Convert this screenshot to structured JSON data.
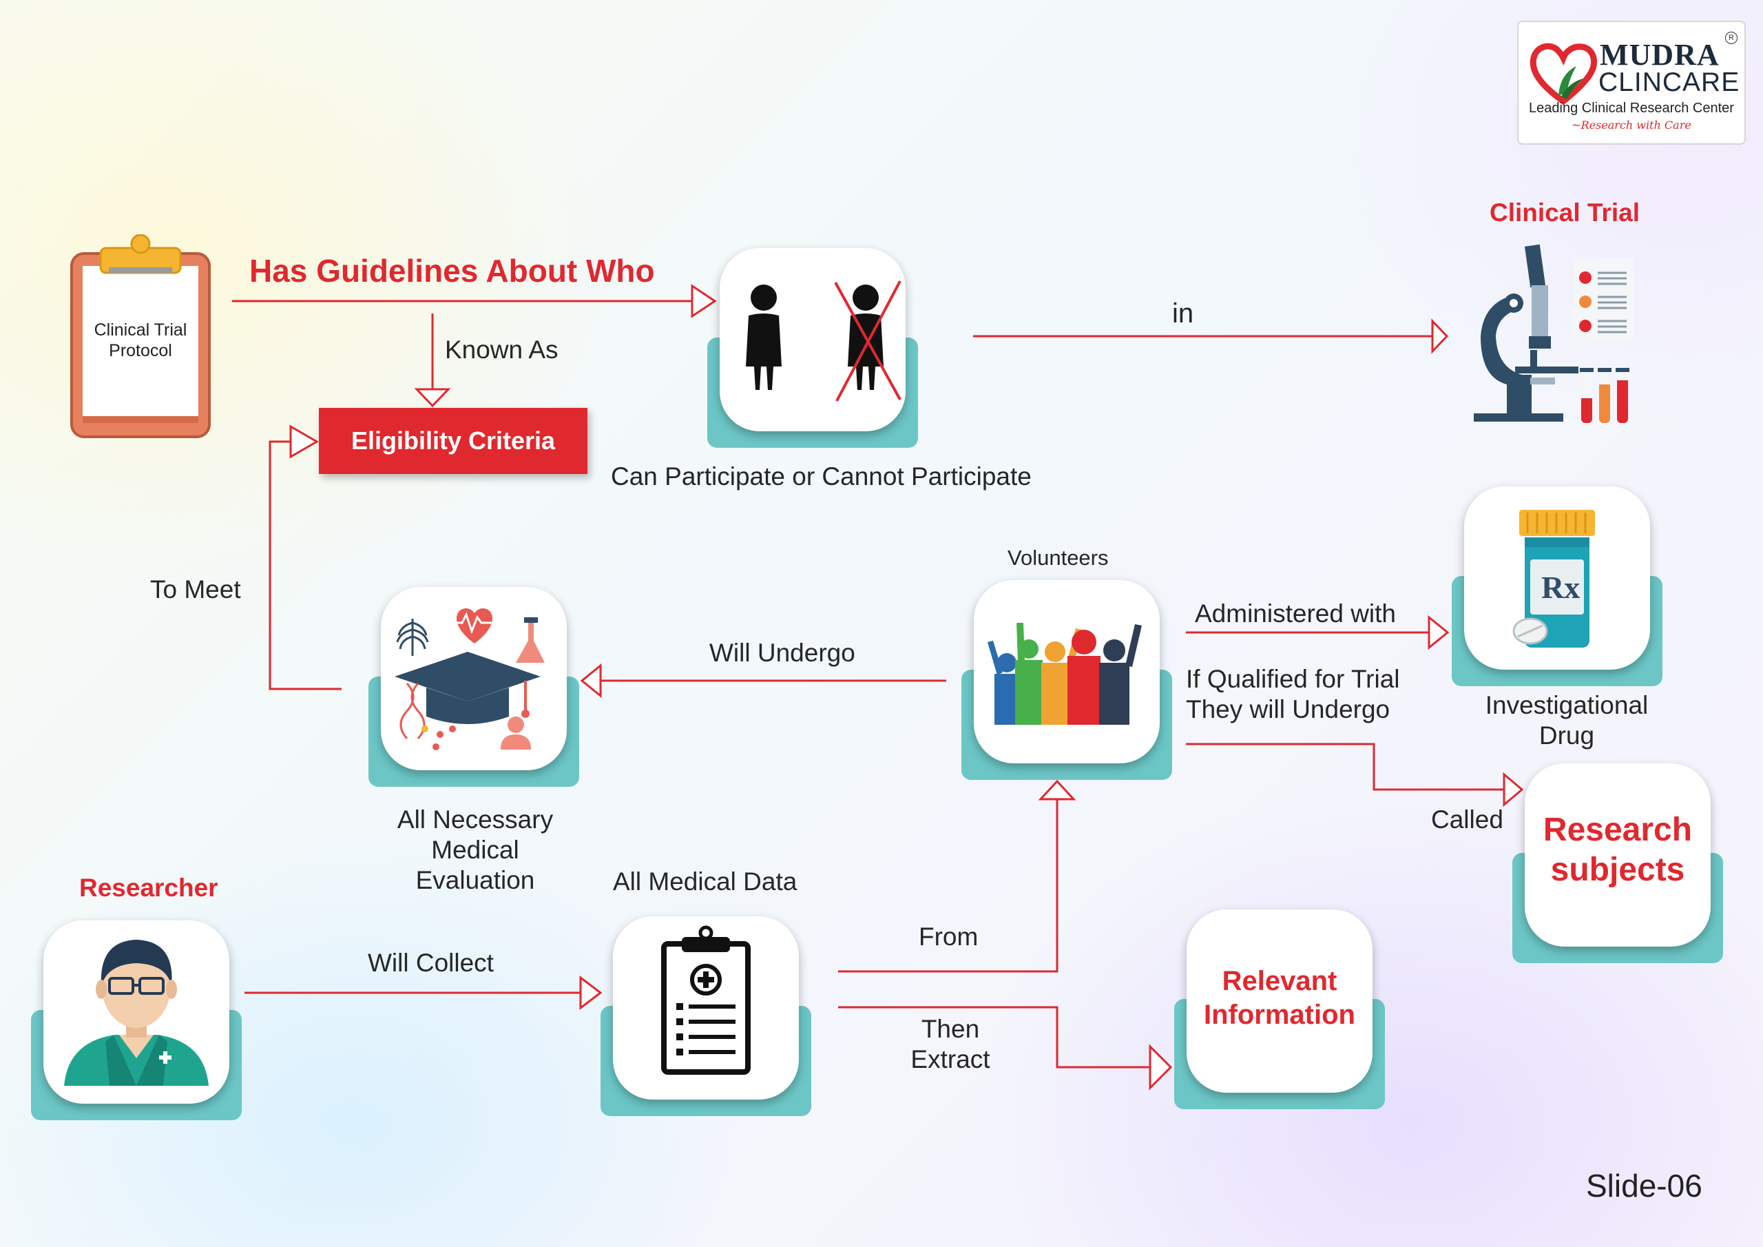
{
  "logo": {
    "brand_line1": "MUDRA",
    "brand_line2": "CLINCARE",
    "tagline": "Leading Clinical Research Center",
    "slogan": "~Research with Care",
    "registered_mark": "R"
  },
  "nodes": {
    "protocol": "Clinical Trial Protocol",
    "eligibility": "Eligibility Criteria",
    "clinical_trial": "Clinical Trial",
    "participation": "Can Participate or Cannot Participate",
    "volunteers": "Volunteers",
    "drug": "Investigational Drug",
    "research_subjects": "Research subjects",
    "evaluation": "All Necessary Medical Evaluation",
    "researcher": "Researcher",
    "medical_data": "All Medical Data",
    "relevant_info": "Relevant Information"
  },
  "edges": {
    "has_guidelines": "Has Guidelines About Who",
    "known_as": "Known As",
    "in": "in",
    "to_meet": "To Meet",
    "will_undergo": "Will Undergo",
    "administered_with": "Administered with",
    "if_qualified_1": "If Qualified for Trial",
    "if_qualified_2": "They will Undergo",
    "called": "Called",
    "will_collect": "Will Collect",
    "from": "From",
    "then_extract": "Then Extract"
  },
  "footer": {
    "slide": "Slide-06"
  },
  "colors": {
    "accent_red": "#e0282f",
    "teal": "#6cc6c6",
    "navy": "#2f4d66",
    "text": "#262626"
  }
}
